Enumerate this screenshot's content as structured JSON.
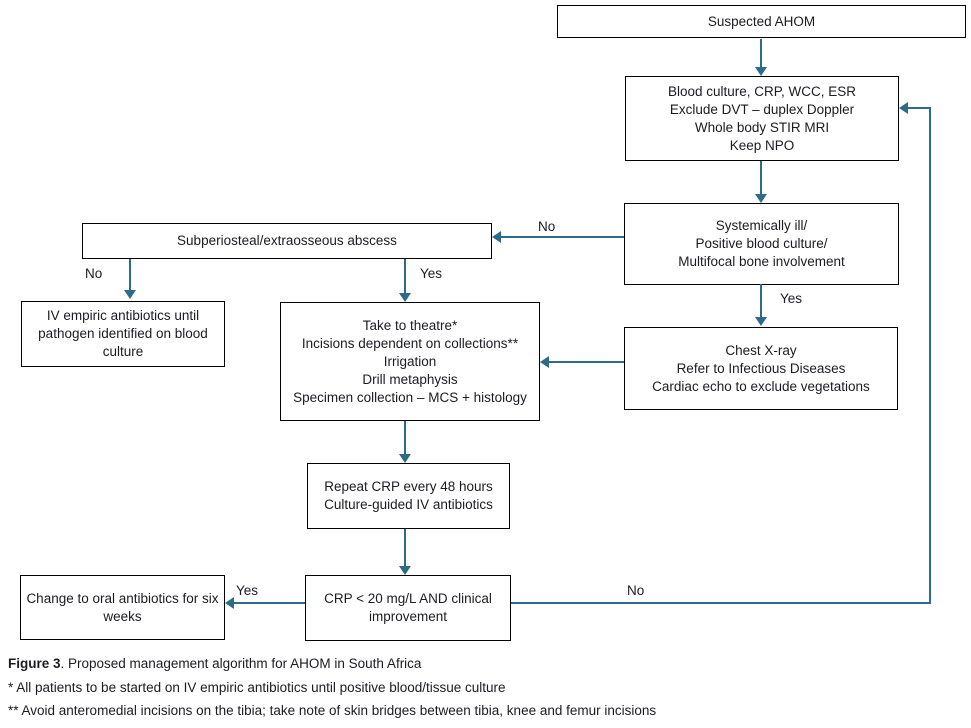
{
  "colors": {
    "arrow": "#2c6b89",
    "box_border": "#000000",
    "text": "#1b1b24"
  },
  "nodes": {
    "suspected": {
      "text": "Suspected AHOM"
    },
    "workup": {
      "text": "Blood culture, CRP, WCC, ESR\nExclude DVT – duplex Doppler\nWhole body STIR MRI\nKeep NPO"
    },
    "systemic": {
      "text": "Systemically ill/\nPositive blood culture/\nMultifocal bone involvement"
    },
    "chest": {
      "text": "Chest X-ray\nRefer to Infectious Diseases\nCardiac echo to exclude vegetations"
    },
    "abscess": {
      "text": "Subperiosteal/extraosseous abscess"
    },
    "iv_empiric": {
      "text": "IV empiric antibiotics until\npathogen identified on blood\nculture"
    },
    "theatre": {
      "text": "Take to theatre*\nIncisions dependent on collections**\nIrrigation\nDrill metaphysis\nSpecimen collection – MCS + histology"
    },
    "repeat_crp": {
      "text": "Repeat CRP every 48 hours\nCulture-guided IV antibiotics"
    },
    "crp_check": {
      "text": "CRP < 20 mg/L AND clinical\nimprovement"
    },
    "oral": {
      "text": "Change to oral antibiotics for six\nweeks"
    }
  },
  "edge_labels": {
    "systemic_to_abscess_no": "No",
    "systemic_to_chest_yes": "Yes",
    "abscess_to_iv_no": "No",
    "abscess_to_theatre_yes": "Yes",
    "crp_to_oral_yes": "Yes",
    "crp_to_workup_no": "No"
  },
  "figure": {
    "caption_bold": "Figure 3",
    "caption_rest": ". Proposed management algorithm for AHOM in South Africa",
    "footnote1": "* All patients to be started on IV empiric antibiotics until positive blood/tissue culture",
    "footnote2": "** Avoid anteromedial incisions on the tibia; take note of skin bridges between tibia, knee and femur incisions"
  }
}
